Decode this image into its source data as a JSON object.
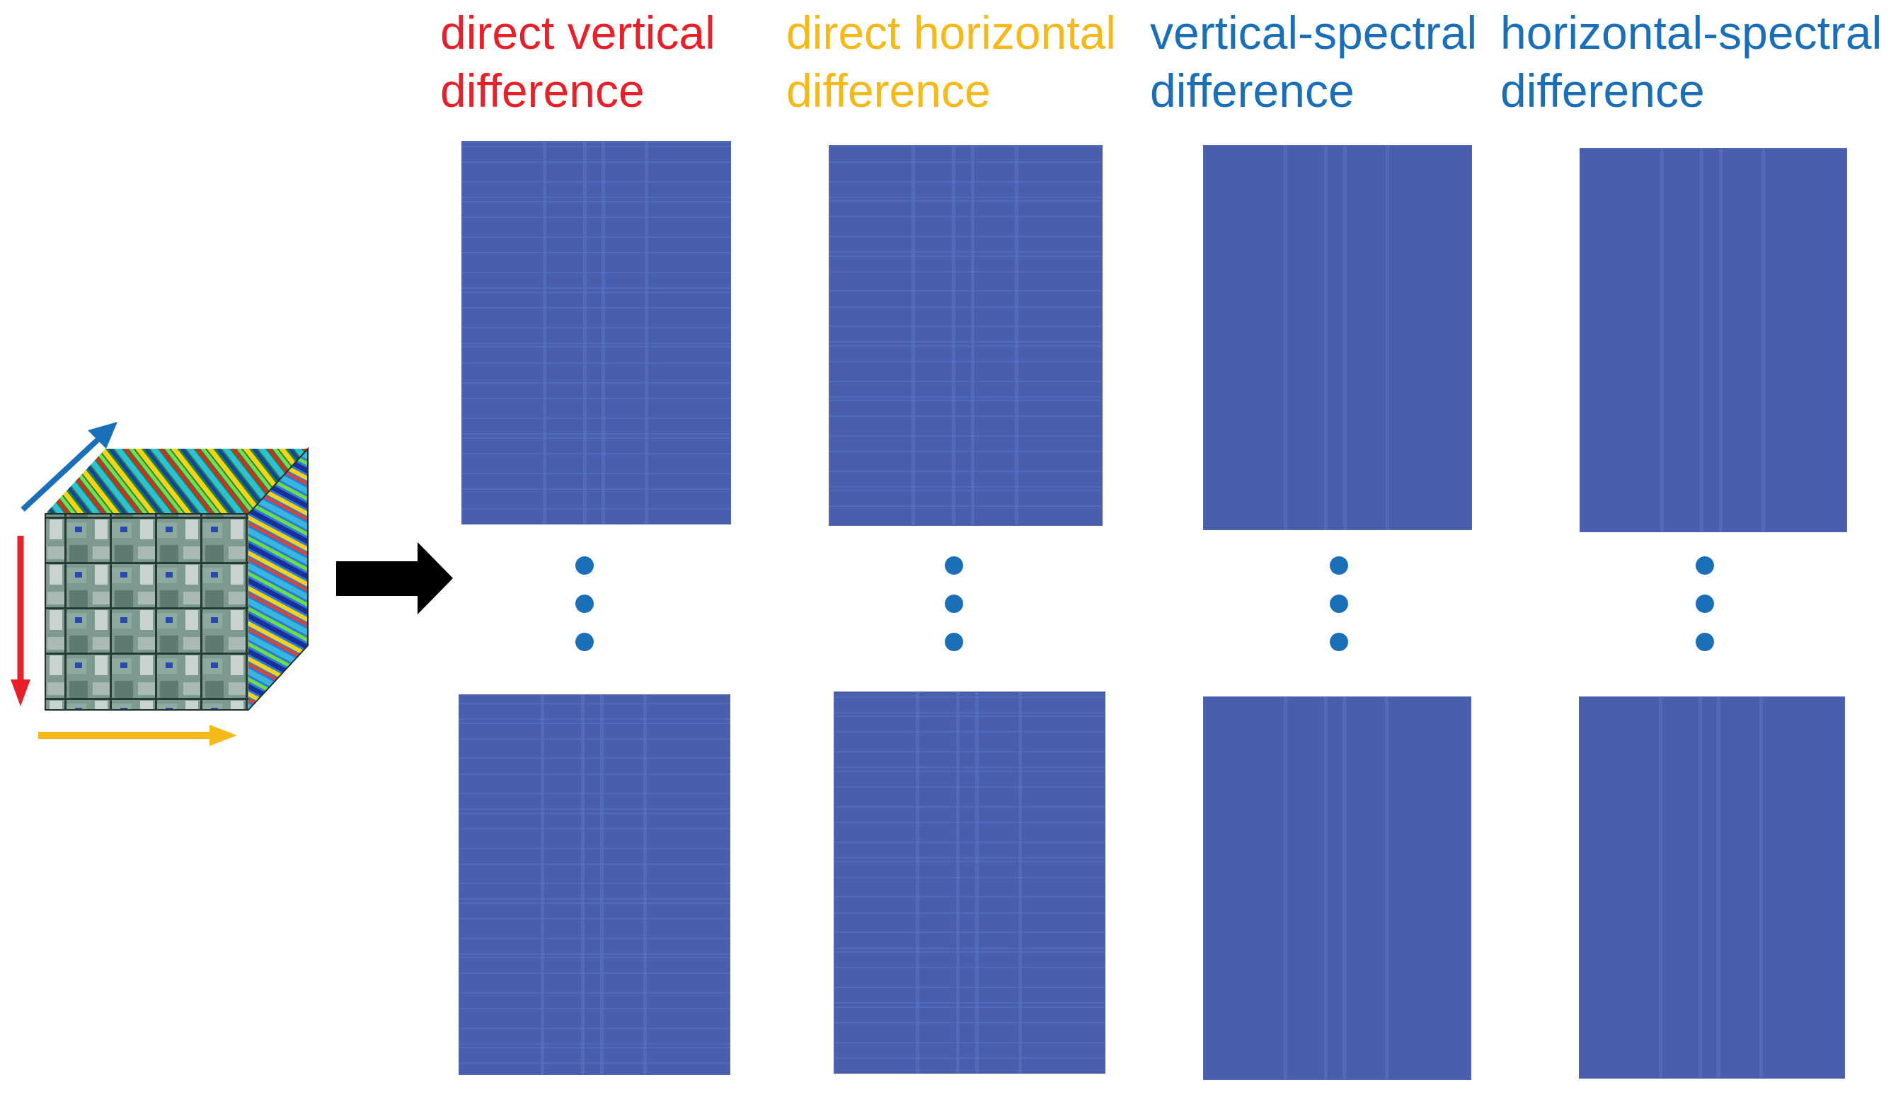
{
  "columns": [
    {
      "line1": "direct  vertical",
      "line2": "difference",
      "color": "#e8202a"
    },
    {
      "line1": "direct horizontal",
      "line2": "difference",
      "color": "#f6b91a"
    },
    {
      "line1": "vertical-spectral",
      "line2": "difference",
      "color": "#1b6fb8"
    },
    {
      "line1": "horizontal-spectral",
      "line2": "difference",
      "color": "#1b6fb8"
    }
  ],
  "colors": {
    "panel_fill": "#4a5eae",
    "dots": "#1b6fb8",
    "arrow_vertical": "#e8202a",
    "arrow_horizontal": "#f6b91a",
    "arrow_spectral": "#1b6fb8",
    "process_arrow": "#000000"
  },
  "icons": {
    "input": "hyperspectral-cube-icon",
    "process": "right-arrow-icon",
    "ellipsis": "vertical-ellipsis-icon"
  }
}
